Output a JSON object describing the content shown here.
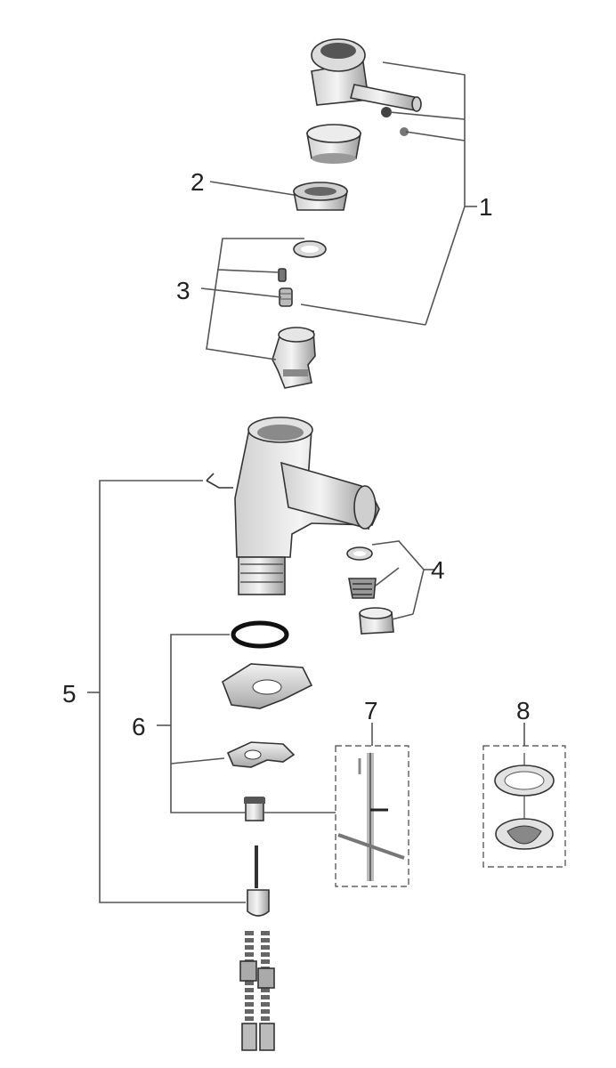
{
  "callouts": [
    {
      "label": "1",
      "part": "lever-handle-kit"
    },
    {
      "label": "2",
      "part": "cartridge-cap"
    },
    {
      "label": "3",
      "part": "cartridge-set"
    },
    {
      "label": "4",
      "part": "aerator-set"
    },
    {
      "label": "5",
      "part": "fixing-set"
    },
    {
      "label": "6",
      "part": "mounting-bracket-set"
    },
    {
      "label": "7",
      "part": "pop-up-rod"
    },
    {
      "label": "8",
      "part": "waste-plug-set"
    }
  ]
}
